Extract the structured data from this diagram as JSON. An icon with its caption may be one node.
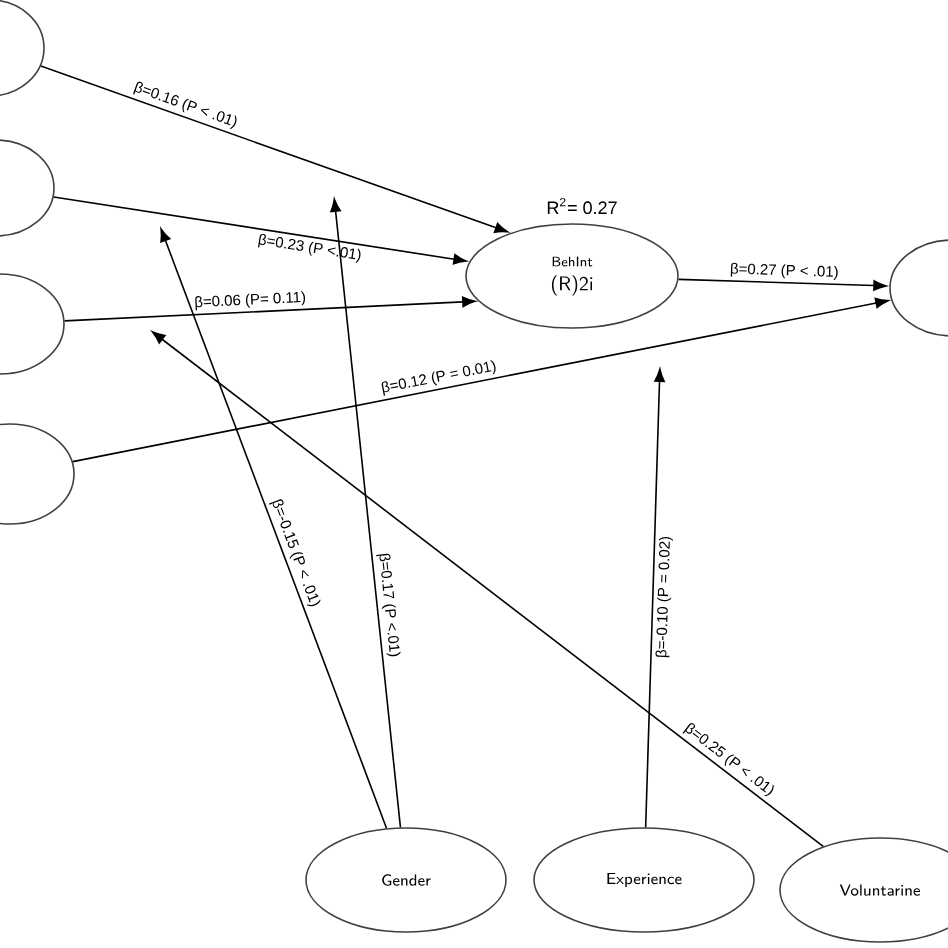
{
  "diagram": {
    "nodes": [
      {
        "text": [],
        "shape": "ellipse"
      },
      {
        "text": [],
        "shape": "ellipse"
      },
      {
        "text": [],
        "shape": "ellipse"
      },
      {
        "text": [],
        "shape": "ellipse"
      },
      {
        "text": [
          "BehInt",
          "(R)2i"
        ],
        "beside": [
          "R$^{2}$= 0.27"
        ]
      },
      {
        "text": [],
        "shape": "ellipse"
      },
      {
        "text": [
          "Gender"
        ]
      },
      {
        "text": [
          "Experience"
        ]
      },
      {
        "text": [
          "Voluntarine"
        ]
      }
    ],
    "edges": [
      {
        "from": 0,
        "to": 4,
        "arrow": "to",
        "label": "β=0.16 (P < .01)"
      },
      {
        "from": 1,
        "to": 4,
        "arrow": "to",
        "label": "β=0.23 (P <.01)"
      },
      {
        "from": 2,
        "to": 4,
        "arrow": "to",
        "label": "β=0.06 (P= 0.11)"
      },
      {
        "from": 4,
        "to": 5,
        "arrow": "to",
        "label": "β=0.27 (P < .01)"
      },
      {
        "from": 3,
        "to": 5,
        "arrow": "to",
        "label": "β=0.12 (P = 0.01)"
      },
      {
        "from": 6,
        "to": null,
        "arrow": "to",
        "label": "β=-0.15 (P < .01)"
      },
      {
        "from": 6,
        "to": null,
        "arrow": "to",
        "label": "β=0.17 (P <.01)"
      },
      {
        "from": 7,
        "to": null,
        "arrow": "to",
        "label": "β=-0.10 (P = 0.02)"
      },
      {
        "from": 8,
        "to": null,
        "arrow": "to",
        "label": "β=0.25 (P < .01)"
      }
    ]
  }
}
